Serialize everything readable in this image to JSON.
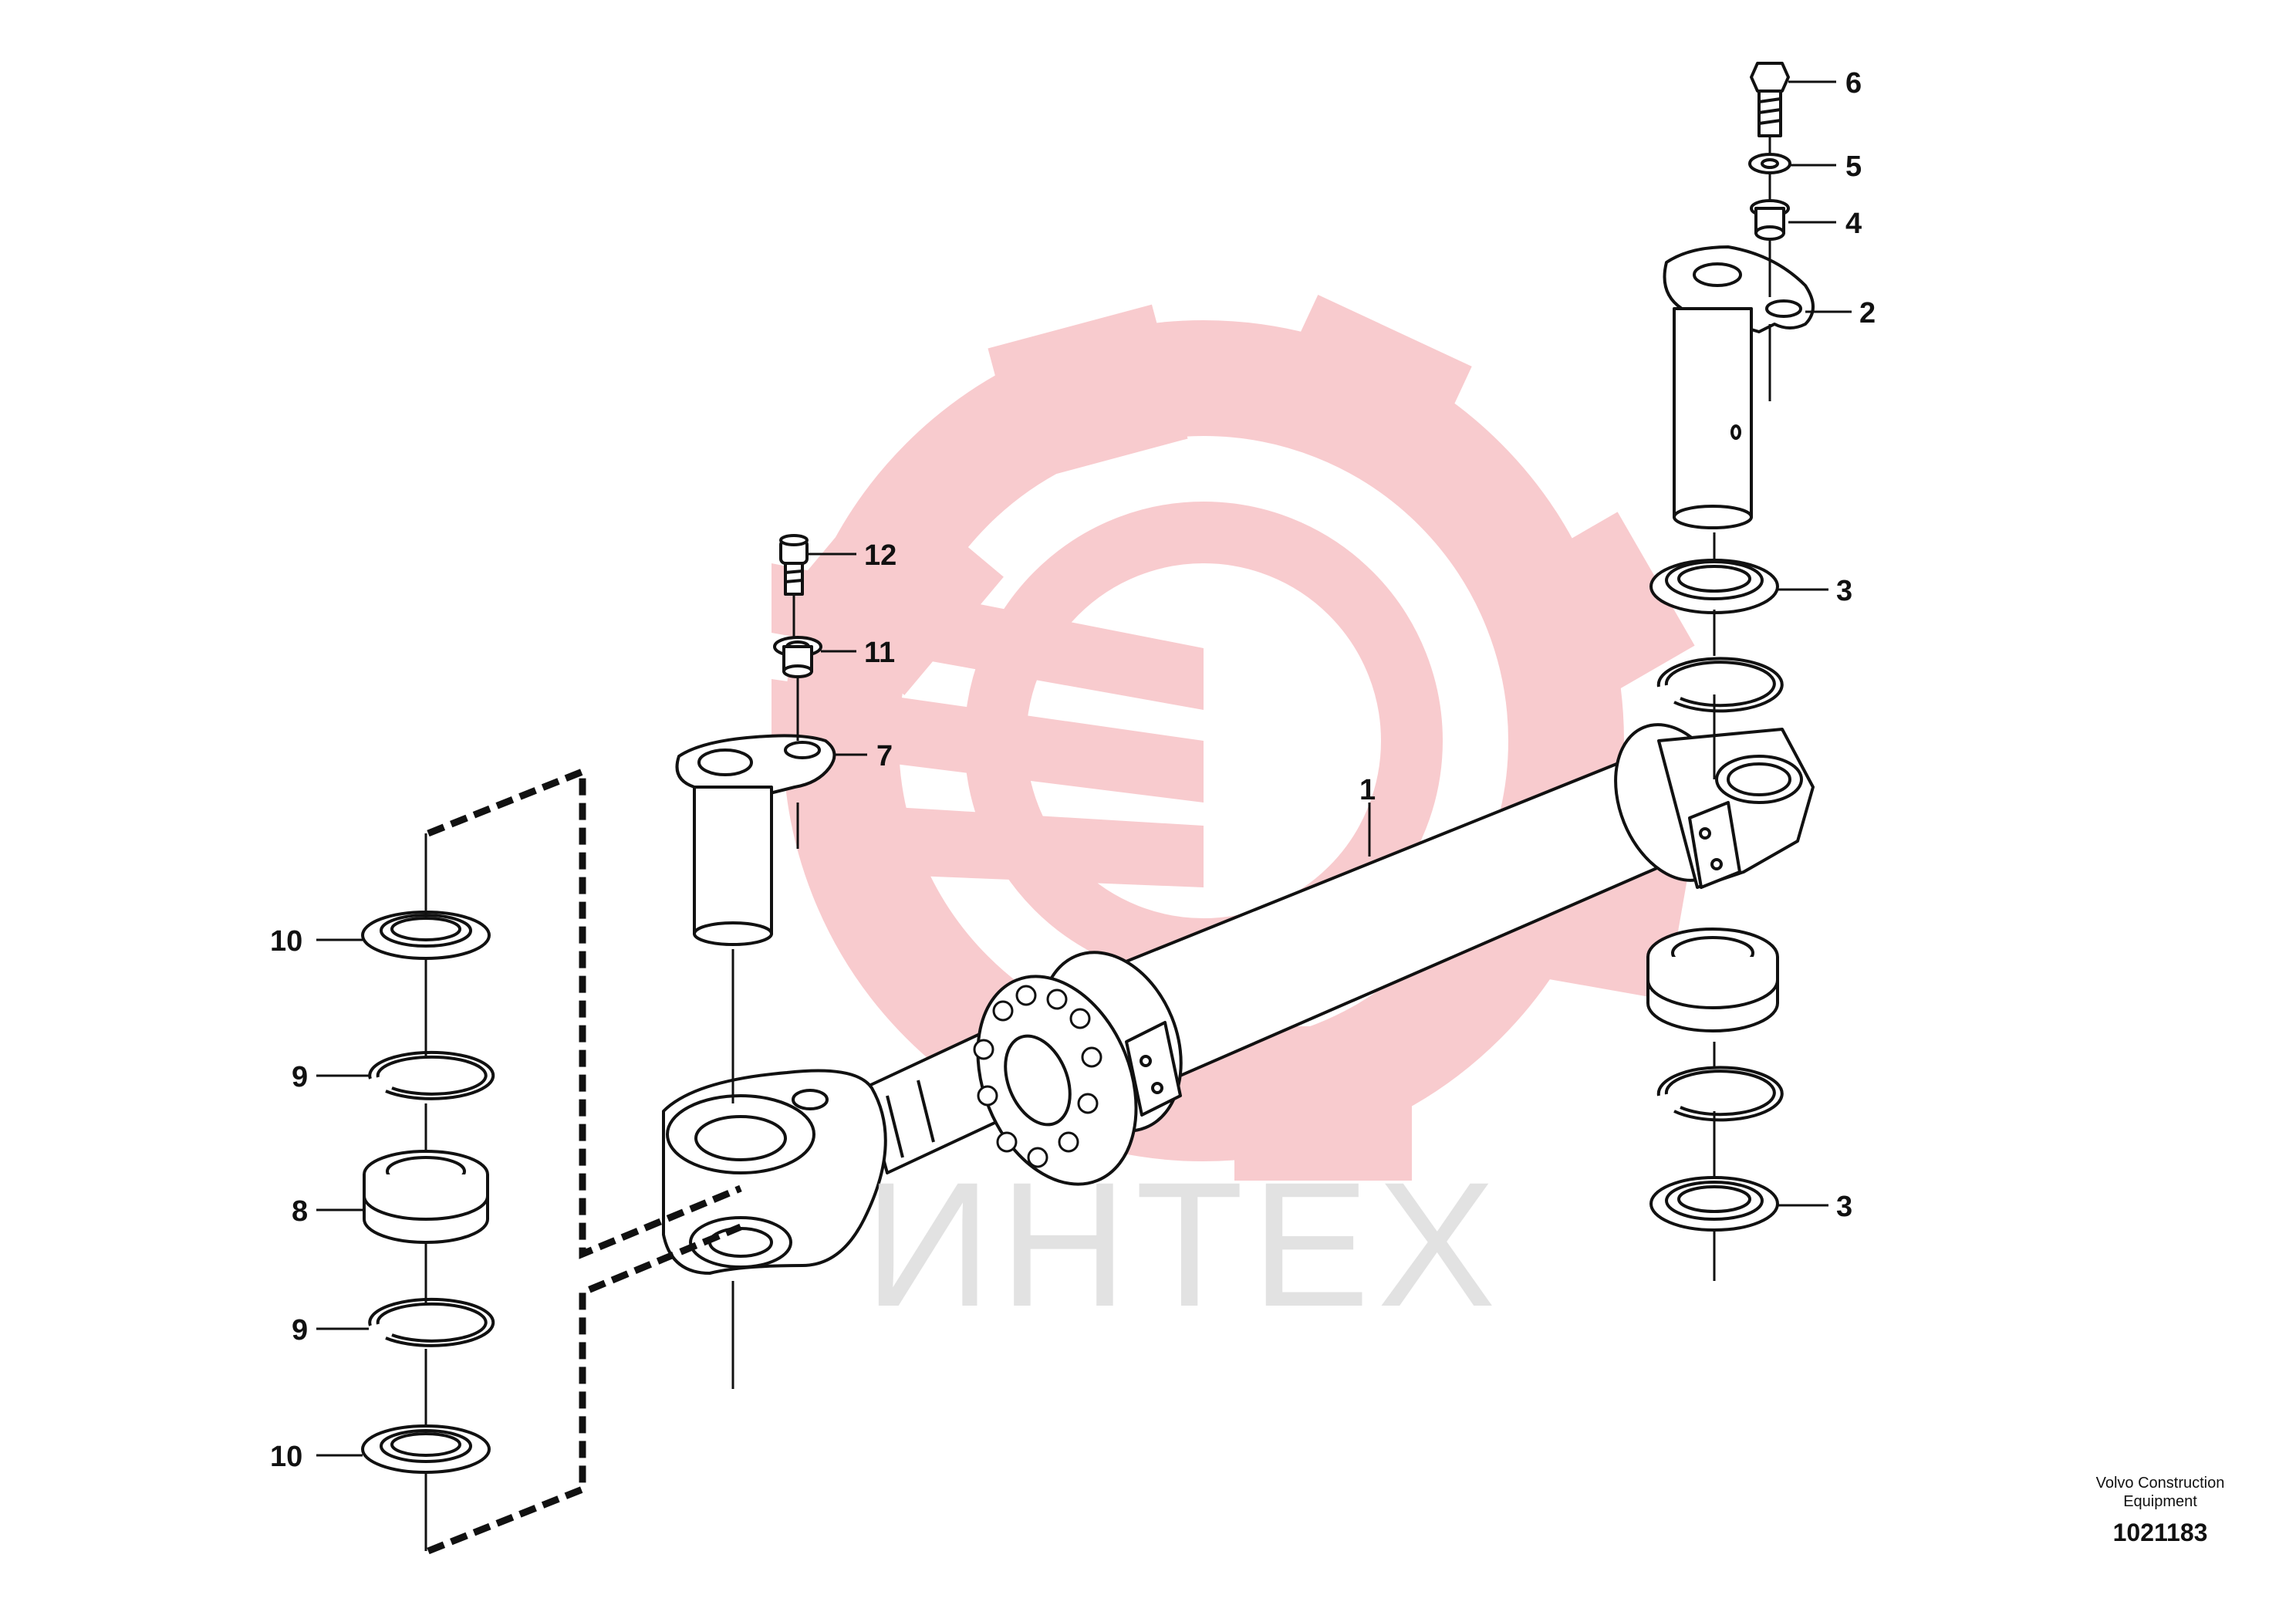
{
  "watermark": {
    "text": "ИНТЕХ",
    "gear_color": "#f6c6c9",
    "text_color": "#d9d9d9"
  },
  "callouts": {
    "c1": "1",
    "c2": "2",
    "c3a": "3",
    "c3b": "3",
    "c4": "4",
    "c5": "5",
    "c6": "6",
    "c7": "7",
    "c8": "8",
    "c9a": "9",
    "c9b": "9",
    "c10a": "10",
    "c10b": "10",
    "c11": "11",
    "c12": "12"
  },
  "brand": {
    "line1": "Volvo Construction",
    "line2": "Equipment",
    "code": "1021183"
  }
}
